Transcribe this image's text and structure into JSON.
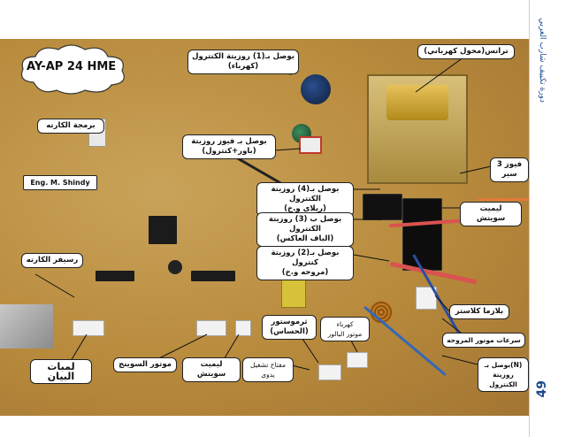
{
  "side": {
    "title": "دورة تكييف شارب العربي",
    "page_number": "49"
  },
  "model": "AY-AP 24 HME",
  "labels": {
    "trans": "ترانس(محول كهرباني)",
    "control1_a": "بوصل بـ(1) روزيتة الكنترول",
    "control1_b": "(كهرباء)",
    "kart_prog": "برمجة الكارته",
    "fuse_a": "بوصل بـ فيوز روزيتة",
    "fuse_b": "(باور+كنترول)",
    "fuse3": "فيوز 3 سير",
    "author": "Eng. M. Shindy",
    "ctrl4_a": "بوصل بـ(4) روزيتة الكنترول",
    "ctrl4_b": "(ريلاى و.خ)",
    "limit_switch_right": "ليميت سويتش",
    "ctrl3_a": "بوصل ب (3) روزيتة الكنترول",
    "ctrl3_b": "(الباف العاكس)",
    "ctrl2_a": "بوصل بـ(2) روزيتة كنترول",
    "ctrl2_b": "(مروحه و.خ)",
    "kart_sensor": "رسيفر الكارته",
    "plasma": "بلازما كلاستر",
    "fan_speeds": "سرعات موتور المروحه",
    "thermistor_a": "ثرموستور",
    "thermistor_b": "(الحساس)",
    "ballor_a": "كهرباء",
    "ballor_b": "موتور البالور",
    "manual_a": "مفتاح تشغيل",
    "manual_b": "يدوى",
    "ctrl_n": "بوصل بـ(N) روزيتة الكنترول",
    "lamps": "لمبات البيان",
    "swing_motor": "موتور السوينج",
    "limit_switch_bottom": "ليميت سويتش"
  },
  "colors": {
    "board": "#b88a3c",
    "label_border": "#222222",
    "accent": "#1c4b8c"
  }
}
